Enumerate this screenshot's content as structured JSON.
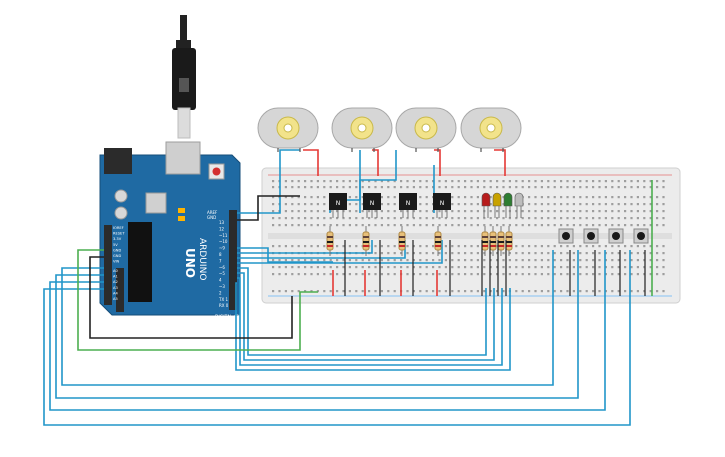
{
  "board": {
    "brand": "ARDUINO",
    "model": "UNO",
    "aref_label": "AREF",
    "gnd_label": "GND",
    "pin_labels": [
      "13",
      "12",
      "~11",
      "~10",
      "~9",
      "8",
      "7",
      "~6",
      "~5",
      "4",
      "~3",
      "2",
      "TX 1",
      "RX 0"
    ],
    "power_labels": [
      "IOREF",
      "RESET",
      "3.3V",
      "5V",
      "GND",
      "GND",
      "VIN"
    ],
    "analog_labels": [
      "A0",
      "A1",
      "A2",
      "A3",
      "A4",
      "A5"
    ],
    "power_header": "POWER",
    "analog_header": "ANALOG IN",
    "digital_header": "DIGITAL (PWM ~)",
    "tx_label": "TX",
    "rx_label": "RX",
    "led_l_label": "L",
    "on_label": "ON"
  },
  "transistors": {
    "label": "N",
    "count": 4
  },
  "motors": {
    "count": 4
  },
  "leds": {
    "colors": [
      "#b71c1c",
      "#c8a200",
      "#2e7d32",
      "#bdbdbd"
    ]
  },
  "buttons": {
    "count": 4
  },
  "colors": {
    "wire_blue": "#2196c9",
    "wire_green": "#4caf50",
    "wire_red": "#e53935",
    "wire_black": "#222222",
    "board_blue": "#1f6aa3",
    "breadboard": "#ececec"
  }
}
